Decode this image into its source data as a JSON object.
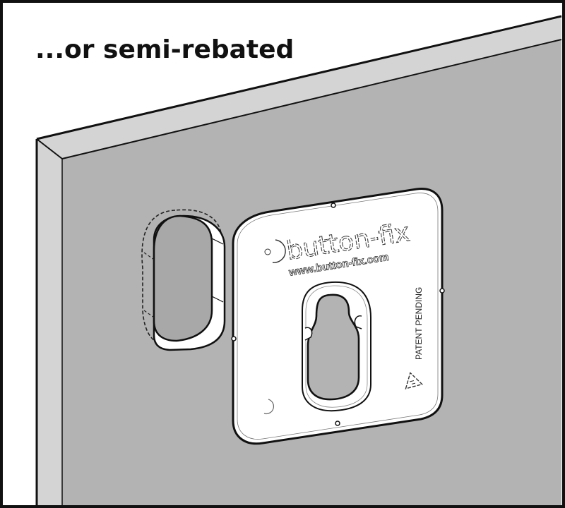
{
  "heading": {
    "text": "...or semi-rebated"
  },
  "plate": {
    "brand": "button-fix",
    "url": "www.button-fix.com",
    "notice": "PATENT PENDING",
    "recycle_icon": "recycle-icon"
  },
  "colors": {
    "background": "#ffffff",
    "border": "#111111",
    "panel_face": "#b3b3b3",
    "panel_edge": "#d4d4d4",
    "plate": "#ffffff",
    "outline": "#111111"
  }
}
